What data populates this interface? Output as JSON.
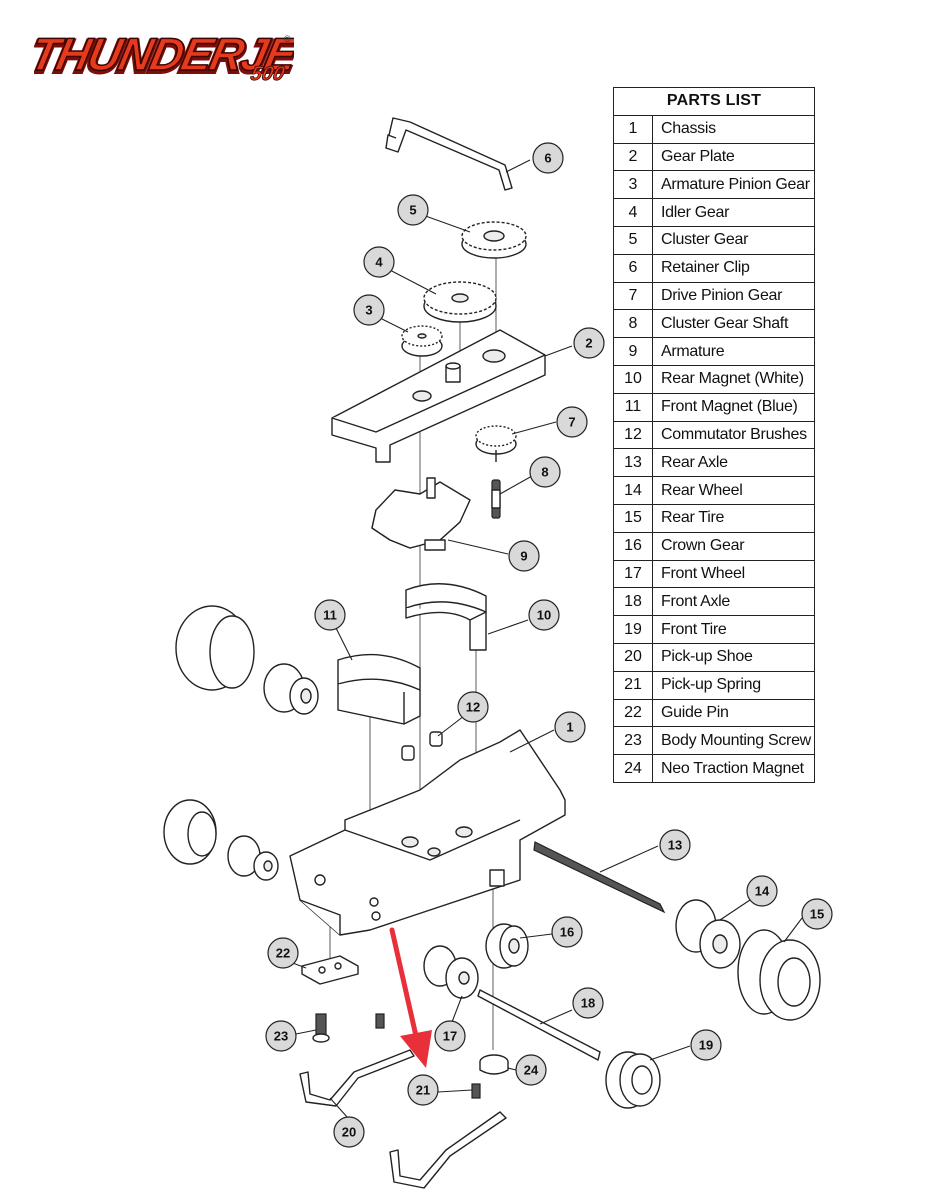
{
  "logo": {
    "text": "THUNDERJET",
    "suffix": "500",
    "mark": "®",
    "color_fill": "#e53a1c",
    "color_dark": "#7a0e0a"
  },
  "parts_list": {
    "title": "PARTS LIST",
    "items": [
      {
        "num": "1",
        "name": "Chassis"
      },
      {
        "num": "2",
        "name": "Gear Plate"
      },
      {
        "num": "3",
        "name": "Armature Pinion Gear"
      },
      {
        "num": "4",
        "name": "Idler Gear"
      },
      {
        "num": "5",
        "name": "Cluster Gear"
      },
      {
        "num": "6",
        "name": "Retainer Clip"
      },
      {
        "num": "7",
        "name": "Drive Pinion Gear"
      },
      {
        "num": "8",
        "name": "Cluster Gear Shaft"
      },
      {
        "num": "9",
        "name": "Armature"
      },
      {
        "num": "10",
        "name": "Rear Magnet (White)"
      },
      {
        "num": "11",
        "name": "Front Magnet (Blue)"
      },
      {
        "num": "12",
        "name": "Commutator Brushes"
      },
      {
        "num": "13",
        "name": "Rear Axle"
      },
      {
        "num": "14",
        "name": "Rear Wheel"
      },
      {
        "num": "15",
        "name": "Rear Tire"
      },
      {
        "num": "16",
        "name": "Crown Gear"
      },
      {
        "num": "17",
        "name": "Front Wheel"
      },
      {
        "num": "18",
        "name": "Front Axle"
      },
      {
        "num": "19",
        "name": "Front Tire"
      },
      {
        "num": "20",
        "name": "Pick-up Shoe"
      },
      {
        "num": "21",
        "name": "Pick-up Spring"
      },
      {
        "num": "22",
        "name": "Guide Pin"
      },
      {
        "num": "23",
        "name": "Body Mounting Screw"
      },
      {
        "num": "24",
        "name": "Neo Traction Magnet"
      }
    ]
  },
  "callouts": [
    "1",
    "2",
    "3",
    "4",
    "5",
    "6",
    "7",
    "8",
    "9",
    "10",
    "11",
    "12",
    "13",
    "14",
    "15",
    "16",
    "17",
    "18",
    "19",
    "20",
    "21",
    "22",
    "23",
    "24"
  ],
  "highlight_arrow": {
    "color": "#e8303a",
    "target": "21"
  }
}
